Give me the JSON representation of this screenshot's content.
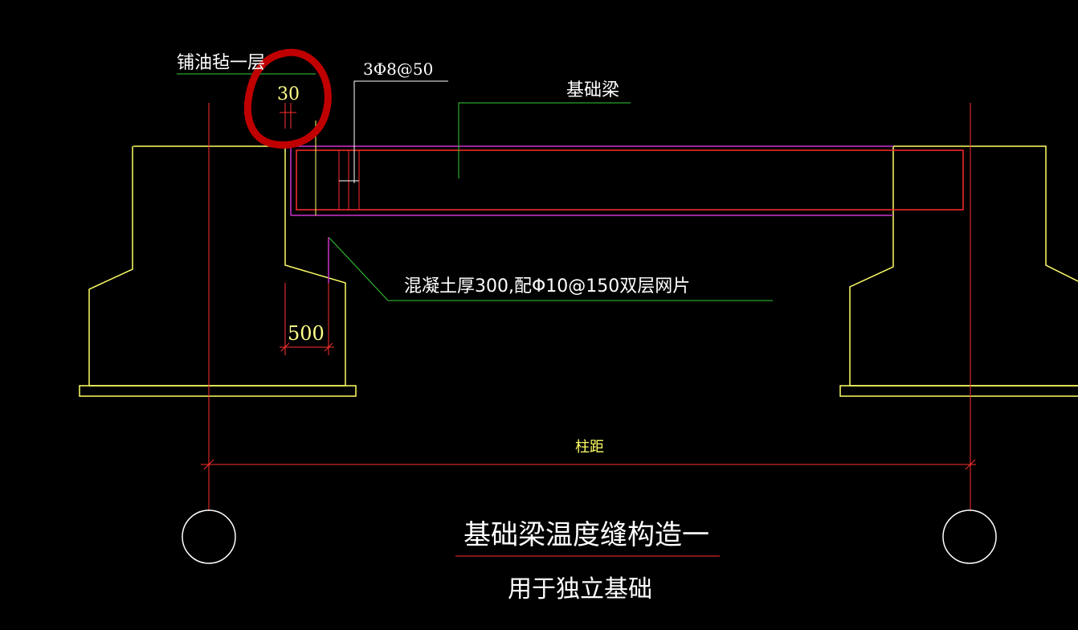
{
  "labels": {
    "felt_note": "铺油毡一层",
    "gap_dim": "30",
    "stirrup_note": "3Φ8@50",
    "beam_label": "基础梁",
    "slab_note": "混凝土厚300,配Φ10@150双层网片",
    "anchor_dim": "500",
    "column_spacing": "柱距",
    "title": "基础梁温度缝构造一",
    "subtitle": "用于独立基础"
  },
  "colors": {
    "background": "#000000",
    "footing": "#ffff66",
    "beam_outline": "#ff2a2a",
    "beam_top": "#cc33cc",
    "axis": "#ff3030",
    "leader": "#33cc33",
    "dim_text": "#ffff88",
    "title_text": "#ffffff",
    "highlight": "#c00000"
  }
}
